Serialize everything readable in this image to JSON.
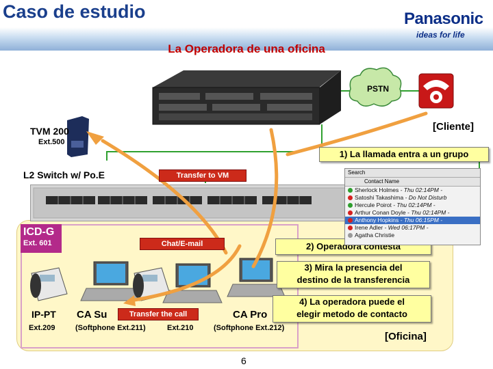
{
  "header": {
    "title": "Caso de estudio",
    "subtitle": "La Operadora de una oficina",
    "brand": "Panasonic",
    "tagline": "ideas for life"
  },
  "network": {
    "pstn": "PSTN",
    "client": "[Cliente]",
    "tvm_name": "TVM 200",
    "tvm_ext": "Ext.500",
    "switch": "L2 Switch w/ Po.E",
    "icd_name": "ICD-G",
    "icd_ext": "Ext. 601",
    "office": "[Oficina]"
  },
  "tags": {
    "transfer_vm": "Transfer to VM",
    "chat_email": "Chat/E-mail",
    "transfer_call": "Transfer the call"
  },
  "steps": {
    "s1": "1) La llamada entra a un grupo",
    "s2": "2) Operadora contesta",
    "s3_line1": "3) Mira la presencia del",
    "s3_line2": "destino de la transferencia",
    "s4_line1": "4) La operadora puede el",
    "s4_line2": "elegir metodo de contacto"
  },
  "devices": {
    "ippt": "IP-PT",
    "ippt_ext": "Ext.209",
    "ca_sup": "CA Su",
    "ca_sup_ext": "(Softphone Ext.211)",
    "ext210": "Ext.210",
    "ca_pro": "CA Pro",
    "ca_pro_ext": "(Softphone Ext.212)"
  },
  "contacts": {
    "search_label": "Search",
    "column": "Contact Name",
    "rows": [
      {
        "name": "Sherlock Holmes",
        "status": "- Thu 02:14PM -",
        "color": "#2e9e2e",
        "selected": false
      },
      {
        "name": "Satoshi Takashima",
        "status": "- Do Not Disturb",
        "color": "#d42020",
        "selected": false
      },
      {
        "name": "Hercule Poirot",
        "status": "- Thu 02:14PM -",
        "color": "#2e9e2e",
        "selected": false
      },
      {
        "name": "Arthur Conan Doyle",
        "status": "- Thu 02:14PM -",
        "color": "#d42020",
        "selected": false
      },
      {
        "name": "Anthony Hopkins",
        "status": "- Thu 06:15PM -",
        "color": "#d42020",
        "selected": true
      },
      {
        "name": "Irene Adler",
        "status": "- Wed 06:17PM -",
        "color": "#d42020",
        "selected": false
      },
      {
        "name": "Agatha Christie",
        "status": "",
        "color": "#999999",
        "selected": false
      }
    ]
  },
  "footer": {
    "page": "6"
  }
}
